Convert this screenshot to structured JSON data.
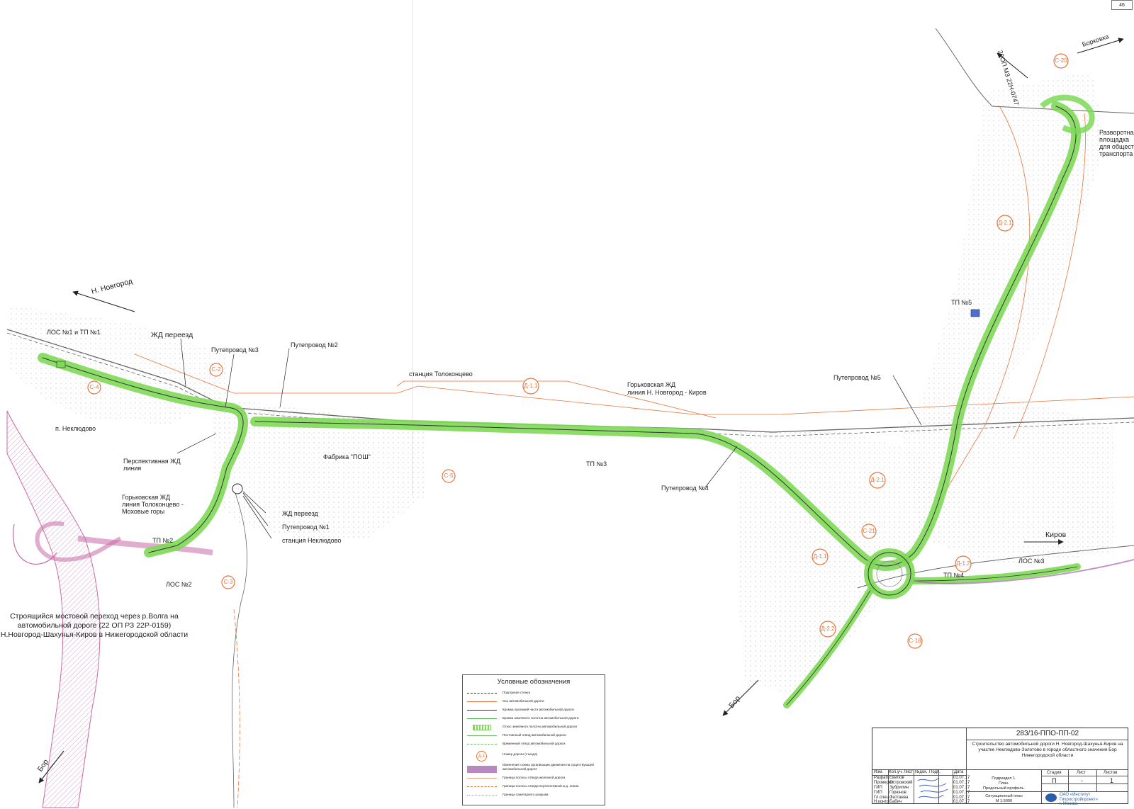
{
  "page": {
    "number": "46"
  },
  "labels": {
    "n_novgorod": "Н. Новгород",
    "kirov": "Киров",
    "bor_left": "Бор",
    "bor_right": "Бор",
    "borkovka": "Борковка",
    "road_22op": "22ОП МЗ 22Н-0747",
    "los1": "ЛОС №1 и ТП №1",
    "zhd_pereezd_top": "ЖД переезд",
    "puteprovod3": "Путепровод №3",
    "puteprovod2": "Путепровод №2",
    "station_tolokoncevo": "станция Толоконцево",
    "gorkovskaya_zhd": "Горьковская ЖД",
    "line_nn_kirov": "линия Н. Новгород - Киров",
    "p_neklyudovo": "п. Неклюдово",
    "perspektivnaya1": "Перспективная ЖД",
    "perspektivnaya2": "линия",
    "fabrika": "Фабрика \"ПОШ\"",
    "tp3": "ТП №3",
    "puteprovod4": "Путепровод №4",
    "puteprovod5": "Путепровод №5",
    "tp5": "ТП №5",
    "gork_zhd2_1": "Горьковская ЖД",
    "gork_zhd2_2": "линия Толоконцево -",
    "gork_zhd2_3": "Моховые горы",
    "zhd_pereezd_low": "ЖД переезд",
    "puteprovod1": "Путепровод №1",
    "station_neklyudovo": "станция Неклюдово",
    "tp2": "ТП №2",
    "los2": "ЛОС №2",
    "tp4": "ТП №4",
    "los3": "ЛОС №3",
    "turnaround1": "Разворотная",
    "turnaround2": "площадка",
    "turnaround3": "для общественного",
    "turnaround4": "транспорта",
    "bridge1": "Строящийся мостовой переход через р.Волга на",
    "bridge2": "автомобильной дороге (22 ОП РЗ 22Р-0159)",
    "bridge3": "Н.Новгород-Шахунья-Киров в Нижегородской области"
  },
  "circles": {
    "c2": "С-2",
    "c3": "С-3",
    "c4": "С-4",
    "c5": "С-5",
    "c18": "С-18",
    "c20": "С-20",
    "c21": "С-21",
    "d11": "Д-1.1",
    "d11b": "Д-1.1",
    "d12": "Д-1.2",
    "d21": "Д-2.1",
    "d21b": "Д-2.1",
    "d22": "Д-2.2"
  },
  "legend": {
    "title": "Условные обозначения",
    "items": [
      "Подпорная стенка",
      "Ось автомобильной дороги",
      "Кромка проезжей части автомобильной дороги",
      "Бровка земляного полотна автомобильной дороги",
      "Откос земляного полотна автомобильной дороги",
      "Постоянный отвод автомобильной дороги",
      "Временный отвод автомобильной дороги",
      "Номер дороги (съезда)",
      "Изменение схемы организации движения на существующей автомобильной дороге",
      "Граница полосы отвода железной дороги",
      "Граница полосы отвода перспективной ж.д. линии",
      "Граница санитарного разрыва"
    ],
    "road_tag": "Д-1",
    "colors": {
      "road_green": "#7ed957",
      "axis_orange": "#e8743b",
      "purple": "#a76ab0",
      "boundary_green": "#4caf50"
    }
  },
  "stamp": {
    "code": "283/16-ППО-ПП-02",
    "project": "Строительство автомобильной дороги Н. Новгород-Шахунья-Киров на участке Неклюдово-Золотово в городе областного значения Бор Нижегородской области",
    "header": [
      "Изм.",
      "Кол.уч.",
      "Лист",
      "№док.",
      "Подп.",
      "Дата"
    ],
    "rows": [
      {
        "role": "Разраб.",
        "name": "Евилов",
        "date": "01.07.17"
      },
      {
        "role": "Проверил",
        "name": "Островский",
        "date": "01.07.17"
      },
      {
        "role": "ГИП",
        "name": "Зубрилин",
        "date": "01.07.17"
      },
      {
        "role": "ГИП",
        "name": "Горюнов",
        "date": "01.07.17"
      },
      {
        "role": "Гл.спец.",
        "name": "Фаттаева",
        "date": "01.07.17"
      },
      {
        "role": "Н.контр",
        "name": "Бабич",
        "date": "01.07.17"
      }
    ],
    "section1": "Подраздел 1.",
    "section2": "План.",
    "section3": "Продольный профиль.",
    "stage_h": "Стадия",
    "sheet_h": "Лист",
    "sheets_h": "Листов",
    "stage": "П",
    "sheet": "-",
    "sheets": "1",
    "sheet_name1": "Ситуационный план",
    "sheet_name2": "М 1:5000",
    "company1": "ОАО «Институт",
    "company2": "Гипростройпроект»",
    "company3": "г. Москва"
  }
}
